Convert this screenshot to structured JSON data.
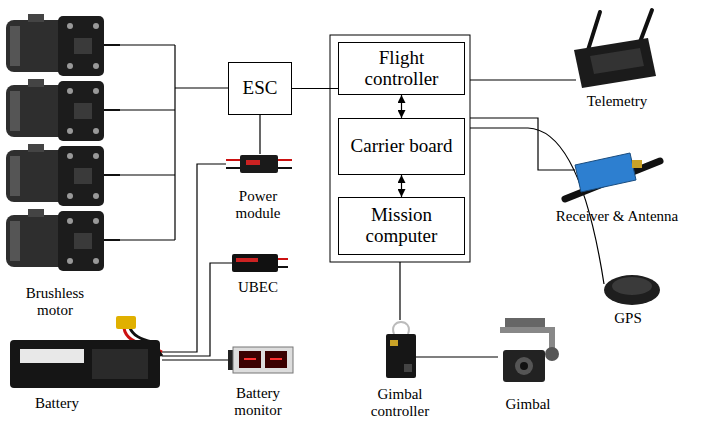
{
  "diagram": {
    "nodes": [
      {
        "text": [
          "ESC"
        ]
      },
      {
        "text": [
          "Flight controller"
        ]
      },
      {
        "text": [
          "Carrier board"
        ]
      },
      {
        "text": [
          "Mission computer"
        ]
      }
    ],
    "edges": [
      {
        "from": 0,
        "to": 1,
        "arrow": "none"
      },
      {
        "from": 1,
        "to": 2,
        "arrow": "both"
      },
      {
        "from": 2,
        "to": 3,
        "arrow": "both"
      }
    ],
    "labels": [
      "Brushless motor",
      "Power module",
      "UBEC",
      "Battery",
      "Battery monitor",
      "Telemetry",
      "Receiver & Antenna",
      "GPS",
      "Gimbal controller",
      "Gimbal"
    ]
  }
}
